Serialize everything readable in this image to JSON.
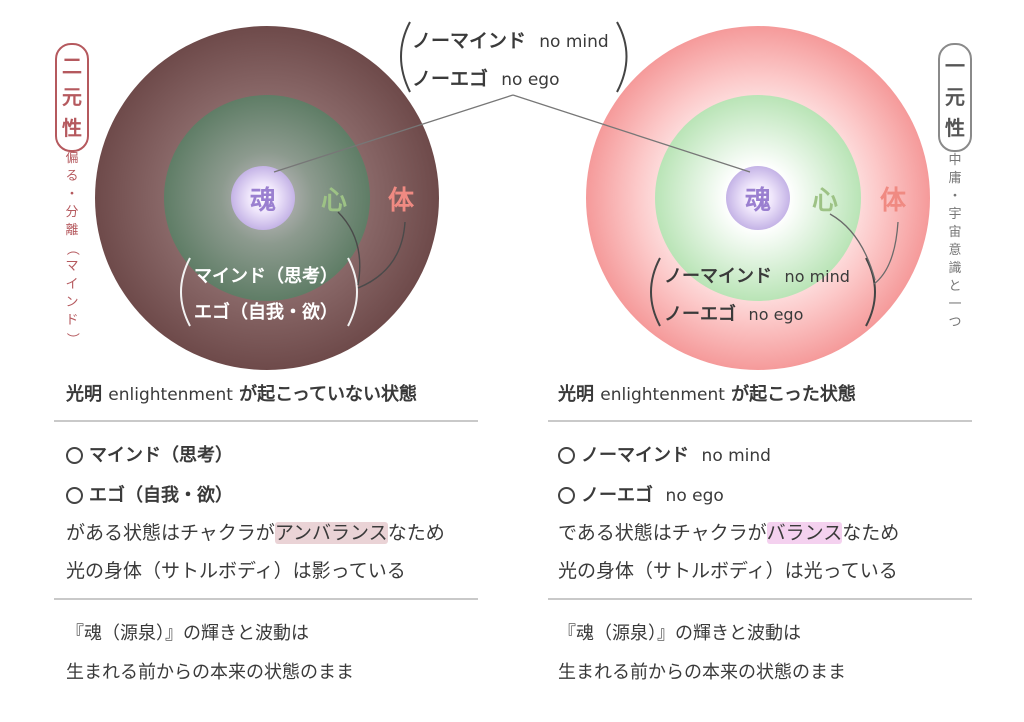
{
  "center_note": {
    "line1_jp": "ノーマインド",
    "line1_en": "no mind",
    "line2_jp": "ノーエゴ",
    "line2_en": "no ego"
  },
  "left": {
    "badge": [
      "二",
      "元",
      "性"
    ],
    "vertical_text": [
      "偏",
      "る",
      "・",
      "分",
      "離",
      "（",
      "マ",
      "イ",
      "ン",
      "ド",
      "）"
    ],
    "tama": "魂",
    "kokoro": "心",
    "karada": "体",
    "inner_line1": "マインド（思考）",
    "inner_line2": "エゴ（自我・欲）",
    "heading_jp1": "光明",
    "heading_en": "enlightenment",
    "heading_jp2": "が起こっていない状態",
    "item1": "マインド（思考）",
    "item2": "エゴ（自我・欲）",
    "desc1_pre": "がある状態はチャクラが",
    "desc1_hl": "アンバランス",
    "desc1_post": "なため",
    "desc2": "光の身体（サトルボディ）は影っている",
    "foot1": "『魂（源泉）』の輝きと波動は",
    "foot2": "生まれる前からの本来の状態のまま"
  },
  "right": {
    "badge": [
      "一",
      "元",
      "性"
    ],
    "vertical_text": [
      "中",
      "庸",
      "・",
      "宇",
      "宙",
      "意",
      "識",
      "と",
      "一",
      "つ"
    ],
    "tama": "魂",
    "kokoro": "心",
    "karada": "体",
    "inner_line1_jp": "ノーマインド",
    "inner_line1_en": "no mind",
    "inner_line2_jp": "ノーエゴ",
    "inner_line2_en": "no ego",
    "heading_jp1": "光明",
    "heading_en": "enlightenment",
    "heading_jp2": "が起こった状態",
    "item1_jp": "ノーマインド",
    "item1_en": "no mind",
    "item2_jp": "ノーエゴ",
    "item2_en": "no ego",
    "desc1_pre": "である状態はチャクラが",
    "desc1_hl": "バランス",
    "desc1_post": "なため",
    "desc2": "光の身体（サトルボディ）は光っている",
    "foot1": "『魂（源泉）』の輝きと波動は",
    "foot2": "生まれる前からの本来の状態のまま"
  },
  "colors": {
    "dark_outer": "#7a5656",
    "dark_middle": "#63806a",
    "soul": "#b09ad6",
    "light_outer": "#f7a2a2",
    "light_middle": "#bfe6bd",
    "kokoro": "#9dc285",
    "karada": "#f08a82",
    "badge_left": "#b5595e",
    "badge_right": "#8a8a8a"
  },
  "icons": {
    "bullet": "circle-outline-icon"
  }
}
